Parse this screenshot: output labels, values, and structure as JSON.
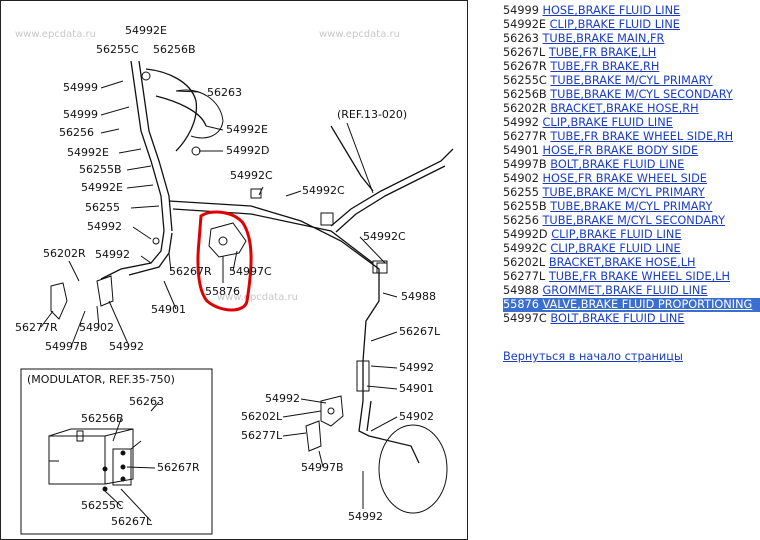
{
  "watermarks": [
    "www.epcdata.ru",
    "www.epcdata.ru",
    "www.epcdata.ru"
  ],
  "diagram": {
    "ref_label": "(REF.13-020)",
    "modulator_label": "(MODULATOR, REF.35-750)",
    "callouts": [
      "54992E",
      "56255C",
      "56256B",
      "54999",
      "56263",
      "54999",
      "54992E",
      "56256",
      "54992E",
      "54992D",
      "56255B",
      "54992C",
      "54992E",
      "54992C",
      "56255",
      "54992",
      "54992C",
      "54992",
      "56202R",
      "56267R",
      "54997C",
      "55876",
      "54988",
      "54901",
      "56277R",
      "54902",
      "54997B",
      "54992",
      "56267L",
      "54992",
      "54901",
      "54992",
      "54902",
      "56202L",
      "56277L",
      "54997B",
      "54992",
      "56263",
      "56256B",
      "56267R",
      "56255C",
      "56267L"
    ]
  },
  "parts": [
    {
      "num": "54999",
      "desc": "HOSE,BRAKE FLUID LINE"
    },
    {
      "num": "54992E",
      "desc": "CLIP,BRAKE FLUID LINE"
    },
    {
      "num": "56263",
      "desc": "TUBE,BRAKE MAIN,FR"
    },
    {
      "num": "56267L",
      "desc": "TUBE,FR BRAKE,LH"
    },
    {
      "num": "56267R",
      "desc": "TUBE,FR BRAKE,RH"
    },
    {
      "num": "56255C",
      "desc": "TUBE,BRAKE M/CYL PRIMARY"
    },
    {
      "num": "56256B",
      "desc": "TUBE,BRAKE M/CYL SECONDARY"
    },
    {
      "num": "56202R",
      "desc": "BRACKET,BRAKE HOSE,RH"
    },
    {
      "num": "54992",
      "desc": "CLIP,BRAKE FLUID LINE"
    },
    {
      "num": "56277R",
      "desc": "TUBE,FR BRAKE WHEEL SIDE,RH"
    },
    {
      "num": "54901",
      "desc": "HOSE,FR BRAKE BODY SIDE"
    },
    {
      "num": "54997B",
      "desc": "BOLT,BRAKE FLUID LINE"
    },
    {
      "num": "54902",
      "desc": "HOSE,FR BRAKE WHEEL SIDE"
    },
    {
      "num": "56255",
      "desc": "TUBE,BRAKE M/CYL PRIMARY"
    },
    {
      "num": "56255B",
      "desc": "TUBE,BRAKE M/CYL PRIMARY"
    },
    {
      "num": "56256",
      "desc": "TUBE,BRAKE M/CYL SECONDARY"
    },
    {
      "num": "54992D",
      "desc": "CLIP,BRAKE FLUID LINE"
    },
    {
      "num": "54992C",
      "desc": "CLIP,BRAKE FLUID LINE"
    },
    {
      "num": "56202L",
      "desc": "BRACKET,BRAKE HOSE,LH"
    },
    {
      "num": "56277L",
      "desc": "TUBE,FR BRAKE WHEEL SIDE,LH"
    },
    {
      "num": "54988",
      "desc": "GROMMET,BRAKE FLUID LINE"
    },
    {
      "num": "55876",
      "desc": "VALVE,BRAKE FLUID PROPORTIONING",
      "selected": true
    },
    {
      "num": "54997C",
      "desc": "BOLT,BRAKE FLUID LINE"
    }
  ],
  "back_link": "Вернуться в начало страницы",
  "colors": {
    "link": "#1a3cc8",
    "selected_bg": "#3a6fd0",
    "highlight": "#e00000"
  }
}
